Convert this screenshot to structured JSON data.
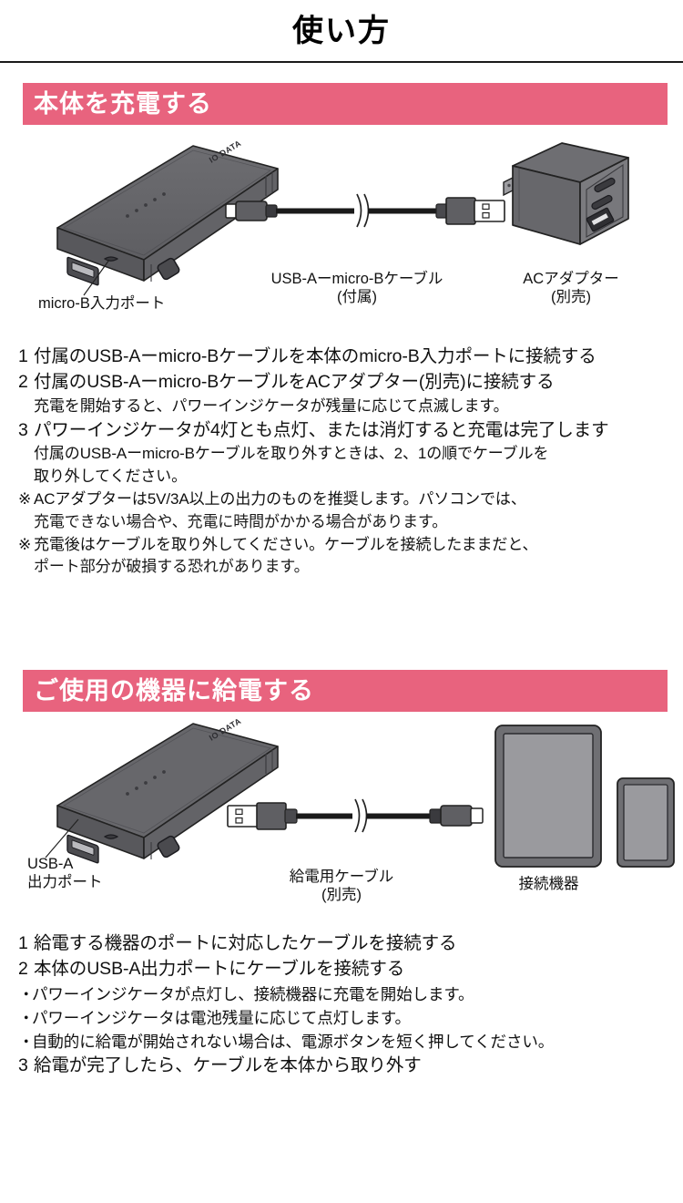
{
  "page": {
    "title": "使い方"
  },
  "sections": [
    {
      "id": "charge-body",
      "banner": "本体を充電する",
      "figure": {
        "labels": {
          "micro_b_port": "micro-B入力ポート",
          "cable_name": "USB-Aーmicro-Bケーブル",
          "cable_note": "(付属)",
          "adapter_name": "ACアダプター",
          "adapter_note": "(別売)"
        },
        "device_logo": "IO DATA"
      },
      "steps": [
        {
          "num": "1",
          "text": "付属のUSB-Aーmicro-Bケーブルを本体のmicro-B入力ポートに接続する"
        },
        {
          "num": "2",
          "text": "付属のUSB-Aーmicro-BケーブルをACアダプター(別売)に接続する"
        }
      ],
      "sub_after_step2": "充電を開始すると、パワーインジケータが残量に応じて点滅します。",
      "step3": {
        "num": "3",
        "text": "パワーインジケータが4灯とも点灯、または消灯すると充電は完了します"
      },
      "sub_after_step3_line1": "付属のUSB-Aーmicro-Bケーブルを取り外すときは、2、1の順でケーブルを",
      "sub_after_step3_line2": "取り外してください。",
      "notes": [
        {
          "mark": "※",
          "line1": "ACアダプターは5V/3A以上の出力のものを推奨します。パソコンでは、",
          "line2": "充電できない場合や、充電に時間がかかる場合があります。"
        },
        {
          "mark": "※",
          "line1": "充電後はケーブルを取り外してください。ケーブルを接続したままだと、",
          "line2": "ポート部分が破損する恐れがあります。"
        }
      ]
    },
    {
      "id": "power-device",
      "banner": "ご使用の機器に給電する",
      "figure": {
        "labels": {
          "usb_a_port_line1": "USB-A",
          "usb_a_port_line2": "出力ポート",
          "cable_name": "給電用ケーブル",
          "cable_note": "(別売)",
          "device_name": "接続機器"
        },
        "device_logo": "IO DATA"
      },
      "steps": [
        {
          "num": "1",
          "text": "給電する機器のポートに対応したケーブルを接続する"
        },
        {
          "num": "2",
          "text": "本体のUSB-A出力ポートにケーブルを接続する"
        }
      ],
      "bullets": [
        {
          "dot": "・",
          "text": "パワーインジケータが点灯し、接続機器に充電を開始します。"
        },
        {
          "dot": "・",
          "text": "パワーインジケータは電池残量に応じて点灯します。"
        },
        {
          "dot": "・",
          "text": "自動的に給電が開始されない場合は、電源ボタンを短く押してください。"
        }
      ],
      "step3": {
        "num": "3",
        "text": "給電が完了したら、ケーブルを本体から取り外す"
      }
    }
  ],
  "colors": {
    "banner_pink": "#e8637e",
    "device_dark": "#5b5b5e",
    "device_mid": "#6e6e72",
    "device_light": "#8a8a8e",
    "screen_gray": "#9a9a9e",
    "outline": "#222222"
  }
}
